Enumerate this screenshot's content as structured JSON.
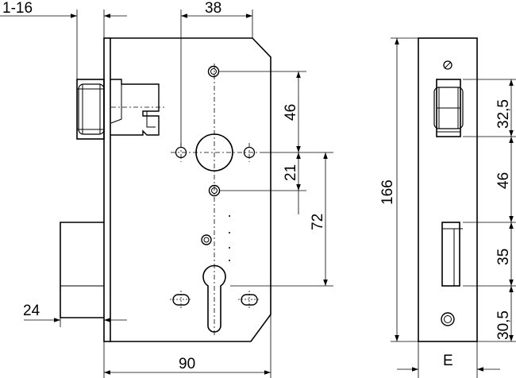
{
  "dimensions": {
    "backset_range": "1-16",
    "backset": "38",
    "spacing_46": "46",
    "spacing_21": "21",
    "spacing_72": "72",
    "deadbolt_offset": "24",
    "body_width": "90",
    "total_height": "166",
    "faceplate_top": "32,5",
    "faceplate_46": "46",
    "latch_height": "35",
    "faceplate_bottom": "30,5",
    "faceplate_width": "E"
  },
  "colors": {
    "line": "#000000",
    "background": "#ffffff"
  }
}
